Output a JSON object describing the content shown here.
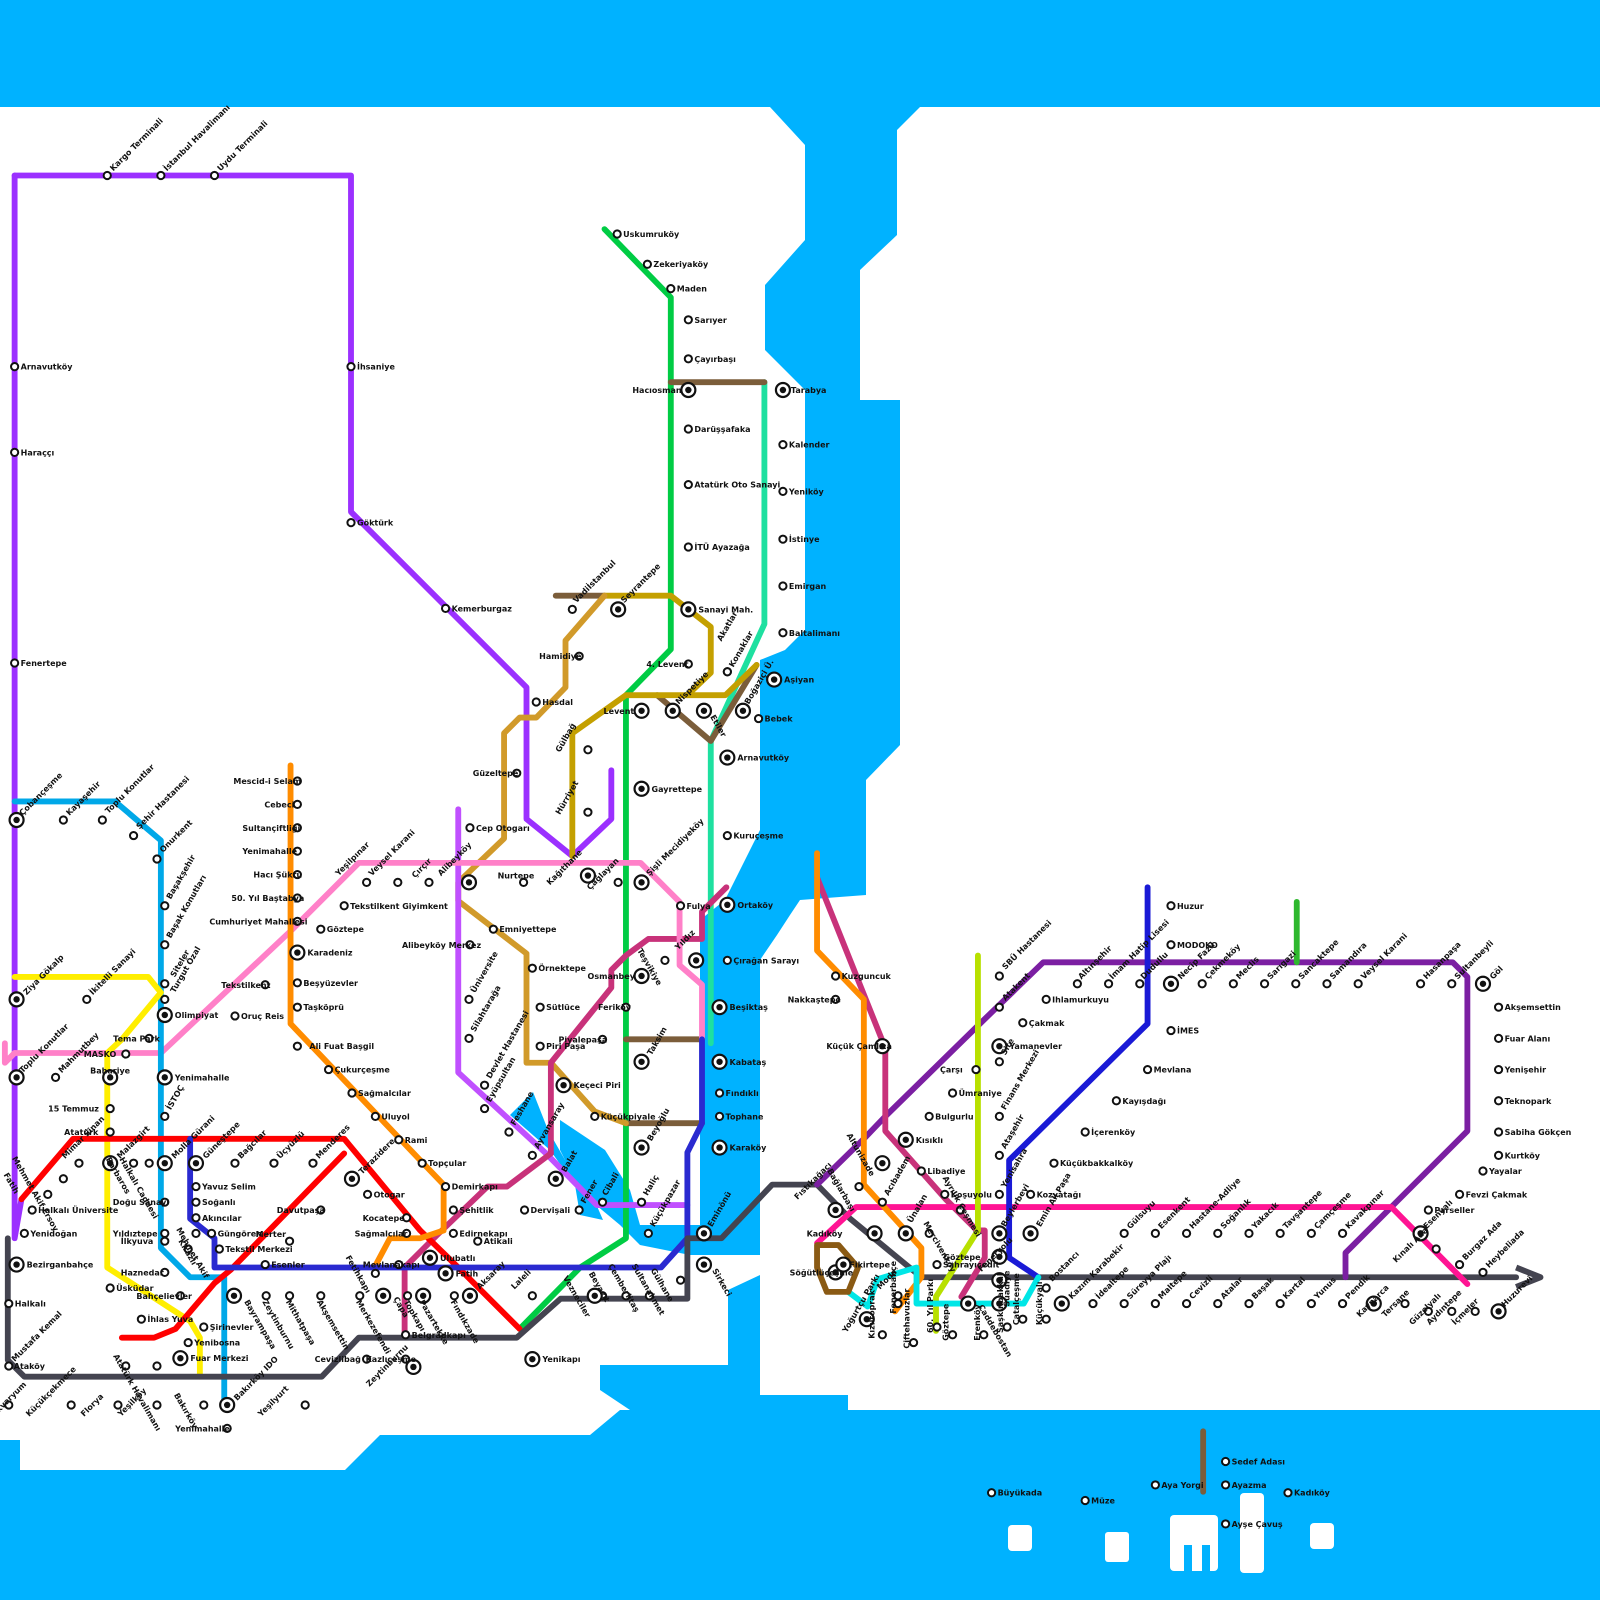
{
  "colors": {
    "water": "#00b2ff",
    "M1": "#ff0000",
    "M2": "#00cc44",
    "M3": "#00a8e8",
    "M4": "#ff1493",
    "M5": "#7b1fa2",
    "M6": "#7b5d3a",
    "M7": "#ff80c8",
    "M8": "#1a1ad6",
    "M9": "#ffee00",
    "M10": "#ff8c00",
    "M11": "#9b30ff",
    "M12": "#c4a000",
    "T1": "#2a2ad0",
    "T4": "#c050ff",
    "T5": "#c8327a",
    "Marmaray": "#444450",
    "Bosphorus": "#1ee0a0",
    "Kadikoy": "#8a5a14",
    "Kabatas": "#2a1ac8",
    "Lime": "#b8e000",
    "Green": "#2eb82e",
    "Teal": "#00e6e6"
  },
  "stations": [
    {
      "name": "Kargo Terminali"
    },
    {
      "name": "İstanbul Havalimanı"
    },
    {
      "name": "Uydu Terminali"
    },
    {
      "name": "Arnavutköy"
    },
    {
      "name": "Haraççı"
    },
    {
      "name": "Fenertepe"
    },
    {
      "name": "İhsaniye"
    },
    {
      "name": "Göktürk"
    },
    {
      "name": "Kemerburgaz"
    },
    {
      "name": "Hasdal"
    },
    {
      "name": "Uskumruköy"
    },
    {
      "name": "Zekeriyaköy"
    },
    {
      "name": "Maden"
    },
    {
      "name": "Sarıyer"
    },
    {
      "name": "Çayırbaşı"
    },
    {
      "name": "Hacıosman"
    },
    {
      "name": "Tarabya"
    },
    {
      "name": "Darüşşafaka"
    },
    {
      "name": "Kalender"
    },
    {
      "name": "Atatürk Oto Sanayi"
    },
    {
      "name": "Yeniköy"
    },
    {
      "name": "İstinye"
    },
    {
      "name": "İTÜ Ayazağa"
    },
    {
      "name": "Emirgan"
    },
    {
      "name": "Vadiİstanbul"
    },
    {
      "name": "Seyrantepe"
    },
    {
      "name": "Sanayi Mah."
    },
    {
      "name": "Hamidiye"
    },
    {
      "name": "Baltalimanı"
    },
    {
      "name": "Konaklar"
    },
    {
      "name": "4. Levent"
    },
    {
      "name": "Akatlar"
    },
    {
      "name": "Boğaziçi Ü."
    },
    {
      "name": "Aşiyan"
    },
    {
      "name": "Levent"
    },
    {
      "name": "Nispetiye"
    },
    {
      "name": "Etiler"
    },
    {
      "name": "Bebek"
    },
    {
      "name": "Arnavutköy"
    },
    {
      "name": "Gülbağ"
    },
    {
      "name": "Güzeltepe"
    },
    {
      "name": "Gayrettepe"
    },
    {
      "name": "Kuruçeşme"
    },
    {
      "name": "Hürriyet"
    },
    {
      "name": "Cep Otogarı"
    },
    {
      "name": "Nurtepe"
    },
    {
      "name": "Kağıthane"
    },
    {
      "name": "Çağlayan"
    },
    {
      "name": "Şişli Mecidiyeköy"
    },
    {
      "name": "Ortaköy"
    },
    {
      "name": "Fulya"
    },
    {
      "name": "Mescid-i Selam"
    },
    {
      "name": "Cebeci"
    },
    {
      "name": "Sultançiftliği"
    },
    {
      "name": "Yenimahalle"
    },
    {
      "name": "Hacı Şükrü"
    },
    {
      "name": "50. Yıl Baştabya"
    },
    {
      "name": "Cumhuriyet Mahallesi"
    },
    {
      "name": "Karadeniz"
    },
    {
      "name": "Beşyüzevler"
    },
    {
      "name": "Taşköprü"
    },
    {
      "name": "Ali Fuat Başgil"
    },
    {
      "name": "Çukurçeşme"
    },
    {
      "name": "Sağmalcılar"
    },
    {
      "name": "Uluyol"
    },
    {
      "name": "Rami"
    },
    {
      "name": "Topçular"
    },
    {
      "name": "Demirkapı"
    },
    {
      "name": "Şehitlik"
    },
    {
      "name": "Edirnekapı"
    },
    {
      "name": "Atikali"
    },
    {
      "name": "Ulubatlı"
    },
    {
      "name": "Fatih"
    },
    {
      "name": "Veysel Karani"
    },
    {
      "name": "Yeşilpınar"
    },
    {
      "name": "Çırçır"
    },
    {
      "name": "Alibeyköy"
    },
    {
      "name": "Tekstilkent Giyimkent"
    },
    {
      "name": "Göztepe"
    },
    {
      "name": "Tekstilkent"
    },
    {
      "name": "Oruç Reis"
    },
    {
      "name": "Alibeyköy Merkez"
    },
    {
      "name": "Emniyettepe"
    },
    {
      "name": "Örnektepe"
    },
    {
      "name": "Sütlüce"
    },
    {
      "name": "Piri Paşa"
    },
    {
      "name": "Piyalepaşa"
    },
    {
      "name": "Keçeci Piri"
    },
    {
      "name": "Küçükpiyale"
    },
    {
      "name": "Beyoğlu"
    },
    {
      "name": "Haliç"
    },
    {
      "name": "Taksim"
    },
    {
      "name": "Kabataş"
    },
    {
      "name": "Fındıklı"
    },
    {
      "name": "Tophane"
    },
    {
      "name": "Karaköy"
    },
    {
      "name": "Beşiktaş"
    },
    {
      "name": "Çırağan Sarayı"
    },
    {
      "name": "Yıldız"
    },
    {
      "name": "Teşvikiye"
    },
    {
      "name": "Osmanbey"
    },
    {
      "name": "Feriköy"
    },
    {
      "name": "Üniversite"
    },
    {
      "name": "Silahtarağa"
    },
    {
      "name": "Devlet Hastanesi"
    },
    {
      "name": "Eyüpsultan"
    },
    {
      "name": "Feshane"
    },
    {
      "name": "Ayvansaray"
    },
    {
      "name": "Balat"
    },
    {
      "name": "Fener"
    },
    {
      "name": "Cibali"
    },
    {
      "name": "Dervişali"
    },
    {
      "name": "Küçükpazar"
    },
    {
      "name": "Eminönü"
    },
    {
      "name": "Sirkeci"
    },
    {
      "name": "Gülhane"
    },
    {
      "name": "Sultanahmet"
    },
    {
      "name": "Çemberlitaş"
    },
    {
      "name": "Beyazıt"
    },
    {
      "name": "Vezneciler"
    },
    {
      "name": "Laleli"
    },
    {
      "name": "Aksaray"
    },
    {
      "name": "Yenikapı"
    },
    {
      "name": "Fındıkzade"
    },
    {
      "name": "Pazartekke"
    },
    {
      "name": "Topkapı"
    },
    {
      "name": "Çapa"
    },
    {
      "name": "Fetihkapı"
    },
    {
      "name": "Mevlanakapı"
    },
    {
      "name": "Belgradkapı"
    },
    {
      "name": "Kazlıçeşme"
    },
    {
      "name": "Zeytinburnu"
    },
    {
      "name": "Cevizlibağ"
    },
    {
      "name": "Merkezefendi"
    },
    {
      "name": "Akşemsettin"
    },
    {
      "name": "Mithatpaşa"
    },
    {
      "name": "Zeytinburnu"
    },
    {
      "name": "Bayrampaşa"
    },
    {
      "name": "Sağmalcılar"
    },
    {
      "name": "Kocatepe"
    },
    {
      "name": "Otogar"
    },
    {
      "name": "Terazidere"
    },
    {
      "name": "Davutpaşa"
    },
    {
      "name": "Merter"
    },
    {
      "name": "Esenler"
    },
    {
      "name": "Menderes"
    },
    {
      "name": "Üçyüzlü"
    },
    {
      "name": "Bağcılar"
    },
    {
      "name": "Güneştepe"
    },
    {
      "name": "Yavuz Selim"
    },
    {
      "name": "Soğanlı"
    },
    {
      "name": "Akıncılar"
    },
    {
      "name": "Güngören"
    },
    {
      "name": "Tekstil Merkezi"
    },
    {
      "name": "Mehmet Akif"
    },
    {
      "name": "Kirazlı"
    },
    {
      "name": "Molla Gürani"
    },
    {
      "name": "Doğu Sanayi"
    },
    {
      "name": "Yıldıztepe"
    },
    {
      "name": "İlkyuva"
    },
    {
      "name": "Haznedar"
    },
    {
      "name": "Bahçelievler"
    },
    {
      "name": "Şirinevler"
    },
    {
      "name": "Yenibosna"
    },
    {
      "name": "Fuar Merkezi"
    },
    {
      "name": "Atatürk Havalimanı"
    },
    {
      "name": "Ataköy"
    },
    {
      "name": "Bakırköy"
    },
    {
      "name": "Bakırköy IDO"
    },
    {
      "name": "Yenimahalle"
    },
    {
      "name": "Yeşilyurt"
    },
    {
      "name": "Yeşilköy"
    },
    {
      "name": "Florya"
    },
    {
      "name": "Akvaryum"
    },
    {
      "name": "Küçükçekmece"
    },
    {
      "name": "Mustafa Kemal"
    },
    {
      "name": "Halkalı"
    },
    {
      "name": "Bezirganbahçe"
    },
    {
      "name": "Yenidoğan"
    },
    {
      "name": "Halkalı Üniversite"
    },
    {
      "name": "Mehmet Akif Ersoy"
    },
    {
      "name": "Fatih"
    },
    {
      "name": "Mimar Sinan"
    },
    {
      "name": "Malazgirt"
    },
    {
      "name": "Barbaros"
    },
    {
      "name": "Halkalı Caddesi"
    },
    {
      "name": "15 Temmuz"
    },
    {
      "name": "Atatürk"
    },
    {
      "name": "Bahariye"
    },
    {
      "name": "MASKO"
    },
    {
      "name": "Tema Park"
    },
    {
      "name": "Toplu Konutlar"
    },
    {
      "name": "Mahmutbey"
    },
    {
      "name": "Yenimahalle"
    },
    {
      "name": "İSTOÇ"
    },
    {
      "name": "Olimpiyat"
    },
    {
      "name": "Ziya Gökalp"
    },
    {
      "name": "İkitelli Sanayi"
    },
    {
      "name": "Turgut Özal"
    },
    {
      "name": "Siteler"
    },
    {
      "name": "Başak Konutları"
    },
    {
      "name": "Başakşehir"
    },
    {
      "name": "Onurkent"
    },
    {
      "name": "Şehir Hastanesi"
    },
    {
      "name": "Toplu Konutlar"
    },
    {
      "name": "Kayaşehir"
    },
    {
      "name": "Çobançeşme"
    },
    {
      "name": "İhlas Yuva"
    },
    {
      "name": "Üsküdar"
    },
    {
      "name": "Fıstıkağacı"
    },
    {
      "name": "Bağlarbaşı"
    },
    {
      "name": "Altunizade"
    },
    {
      "name": "Kısıklı"
    },
    {
      "name": "Bulgurlu"
    },
    {
      "name": "Ümraniye"
    },
    {
      "name": "Çarşı"
    },
    {
      "name": "Yamanevler"
    },
    {
      "name": "Çakmak"
    },
    {
      "name": "Ihlamurkuyu"
    },
    {
      "name": "Altınşehir"
    },
    {
      "name": "İmam Hatip Lisesi"
    },
    {
      "name": "Dudullu"
    },
    {
      "name": "Necip Fazıl"
    },
    {
      "name": "Çekmeköy"
    },
    {
      "name": "Meclis"
    },
    {
      "name": "Sarıgazi"
    },
    {
      "name": "Sancaktepe"
    },
    {
      "name": "Samandıra"
    },
    {
      "name": "Veysel Karani"
    },
    {
      "name": "Hasanpaşa"
    },
    {
      "name": "Sultanbeyli"
    },
    {
      "name": "Göl"
    },
    {
      "name": "Akşemsettin"
    },
    {
      "name": "Fuar Alanı"
    },
    {
      "name": "Yenişehir"
    },
    {
      "name": "Teknopark"
    },
    {
      "name": "Sabiha Gökçen"
    },
    {
      "name": "Kurtköy"
    },
    {
      "name": "Yayalar"
    },
    {
      "name": "Fevzi Çakmak"
    },
    {
      "name": "Parseller"
    },
    {
      "name": "Huzur"
    },
    {
      "name": "MODOKO"
    },
    {
      "name": "İMES"
    },
    {
      "name": "Mevlana"
    },
    {
      "name": "Kayışdağı"
    },
    {
      "name": "İçerenköy"
    },
    {
      "name": "Küçükbakkalköy"
    },
    {
      "name": "Kozyatağı"
    },
    {
      "name": "Emin Ali Paşa"
    },
    {
      "name": "Bostancı"
    },
    {
      "name": "Kazım Karabekir"
    },
    {
      "name": "SBÜ Hastanesi"
    },
    {
      "name": "Atakent"
    },
    {
      "name": "Site"
    },
    {
      "name": "Finans Merkezi"
    },
    {
      "name": "Ataşehir"
    },
    {
      "name": "Yenisahra"
    },
    {
      "name": "Beylerbeyi"
    },
    {
      "name": "Kuzguncuk"
    },
    {
      "name": "Nakkaştepe"
    },
    {
      "name": "Küçük Çamlıca"
    },
    {
      "name": "Libadiye"
    },
    {
      "name": "Koşuyolu"
    },
    {
      "name": "Acıbadem"
    },
    {
      "name": "Ünalan"
    },
    {
      "name": "Mercivenköy"
    },
    {
      "name": "Ayrılık Çeşmesi"
    },
    {
      "name": "Kadıköy"
    },
    {
      "name": "Söğütlüçeşme"
    },
    {
      "name": "Fikirtepe"
    },
    {
      "name": "Sahrayıcedit"
    },
    {
      "name": "Göztepe"
    },
    {
      "name": "Feneryolu"
    },
    {
      "name": "Moda"
    },
    {
      "name": "Yoğurtçu Parkı"
    },
    {
      "name": "Kızıltoprak"
    },
    {
      "name": "Fenerbahçe"
    },
    {
      "name": "Çiftehavuzlar"
    },
    {
      "name": "60. Yıl Parkı"
    },
    {
      "name": "Göztepe"
    },
    {
      "name": "Caddebostan"
    },
    {
      "name": "Erenköy"
    },
    {
      "name": "Suadiye"
    },
    {
      "name": "Şaşkınbakkal"
    },
    {
      "name": "Çatalçeşme"
    },
    {
      "name": "Küçükyalı"
    },
    {
      "name": "İdealtepe"
    },
    {
      "name": "Süreyya Plajı"
    },
    {
      "name": "Maltepe"
    },
    {
      "name": "Cevizli"
    },
    {
      "name": "Atalar"
    },
    {
      "name": "Başak"
    },
    {
      "name": "Kartal"
    },
    {
      "name": "Yunus"
    },
    {
      "name": "Pendik"
    },
    {
      "name": "Kaynarca"
    },
    {
      "name": "Tersane"
    },
    {
      "name": "Güzelyalı"
    },
    {
      "name": "Aydıntepe"
    },
    {
      "name": "İçmeler"
    },
    {
      "name": "Huzurevi"
    },
    {
      "name": "Gülsuyu"
    },
    {
      "name": "Esenkent"
    },
    {
      "name": "Hastane-Adliye"
    },
    {
      "name": "Soğanlık"
    },
    {
      "name": "Yakacık"
    },
    {
      "name": "Tavşantepe"
    },
    {
      "name": "Çamçeşme"
    },
    {
      "name": "Kavakpınar"
    },
    {
      "name": "Esenyalı"
    },
    {
      "name": "Kınalı Ada"
    },
    {
      "name": "Burgaz Ada"
    },
    {
      "name": "Heybeliada"
    },
    {
      "name": "Büyükada"
    },
    {
      "name": "Müze"
    },
    {
      "name": "Aya Yorgi"
    },
    {
      "name": "Sedef Adası"
    },
    {
      "name": "Ayazma"
    },
    {
      "name": "Ayşe Çavuş"
    },
    {
      "name": "Kadıköy"
    }
  ]
}
